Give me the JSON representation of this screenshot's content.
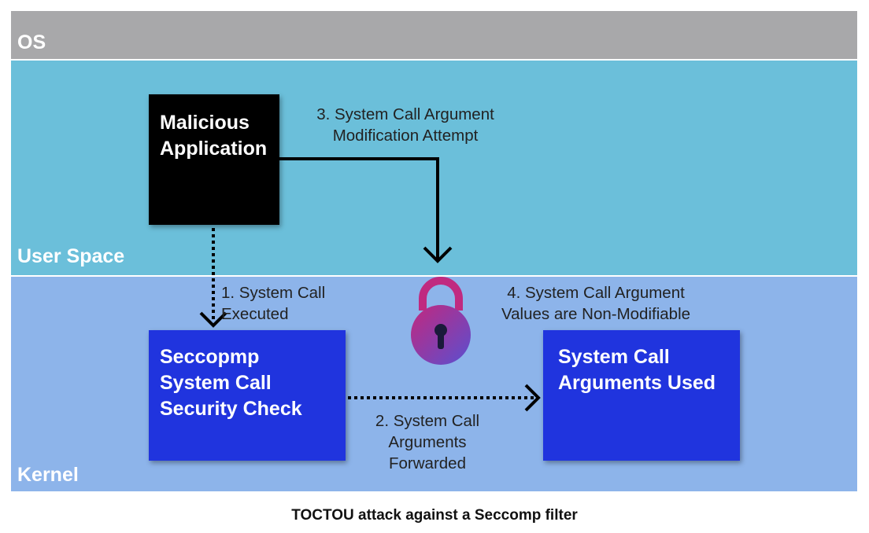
{
  "layers": {
    "os": {
      "label": "OS"
    },
    "user_space": {
      "label": "User Space"
    },
    "kernel": {
      "label": "Kernel"
    }
  },
  "boxes": {
    "malicious_app": {
      "title": "Malicious\nApplication"
    },
    "seccomp_check": {
      "title": "Seccopmp\nSystem Call\nSecurity Check"
    },
    "args_used": {
      "title": "System Call\nArguments Used"
    }
  },
  "steps": {
    "step1": "1. System Call\n    Executed",
    "step2": "2. System Call\nArguments\nForwarded",
    "step3": "3. System Call Argument\nModification Attempt",
    "step4": "4. System Call Argument\nValues are Non-Modifiable"
  },
  "icons": {
    "lock": "padlock-icon"
  },
  "colors": {
    "os_layer": "#a8a8aa",
    "user_space_layer": "#6bbfda",
    "kernel_layer": "#8db4ea",
    "malicious_box": "#000000",
    "kernel_box": "#2034de",
    "lock_gradient_start": "#c2287e",
    "lock_gradient_end": "#5a4fd0"
  },
  "caption": "TOCTOU attack against a Seccomp filter"
}
